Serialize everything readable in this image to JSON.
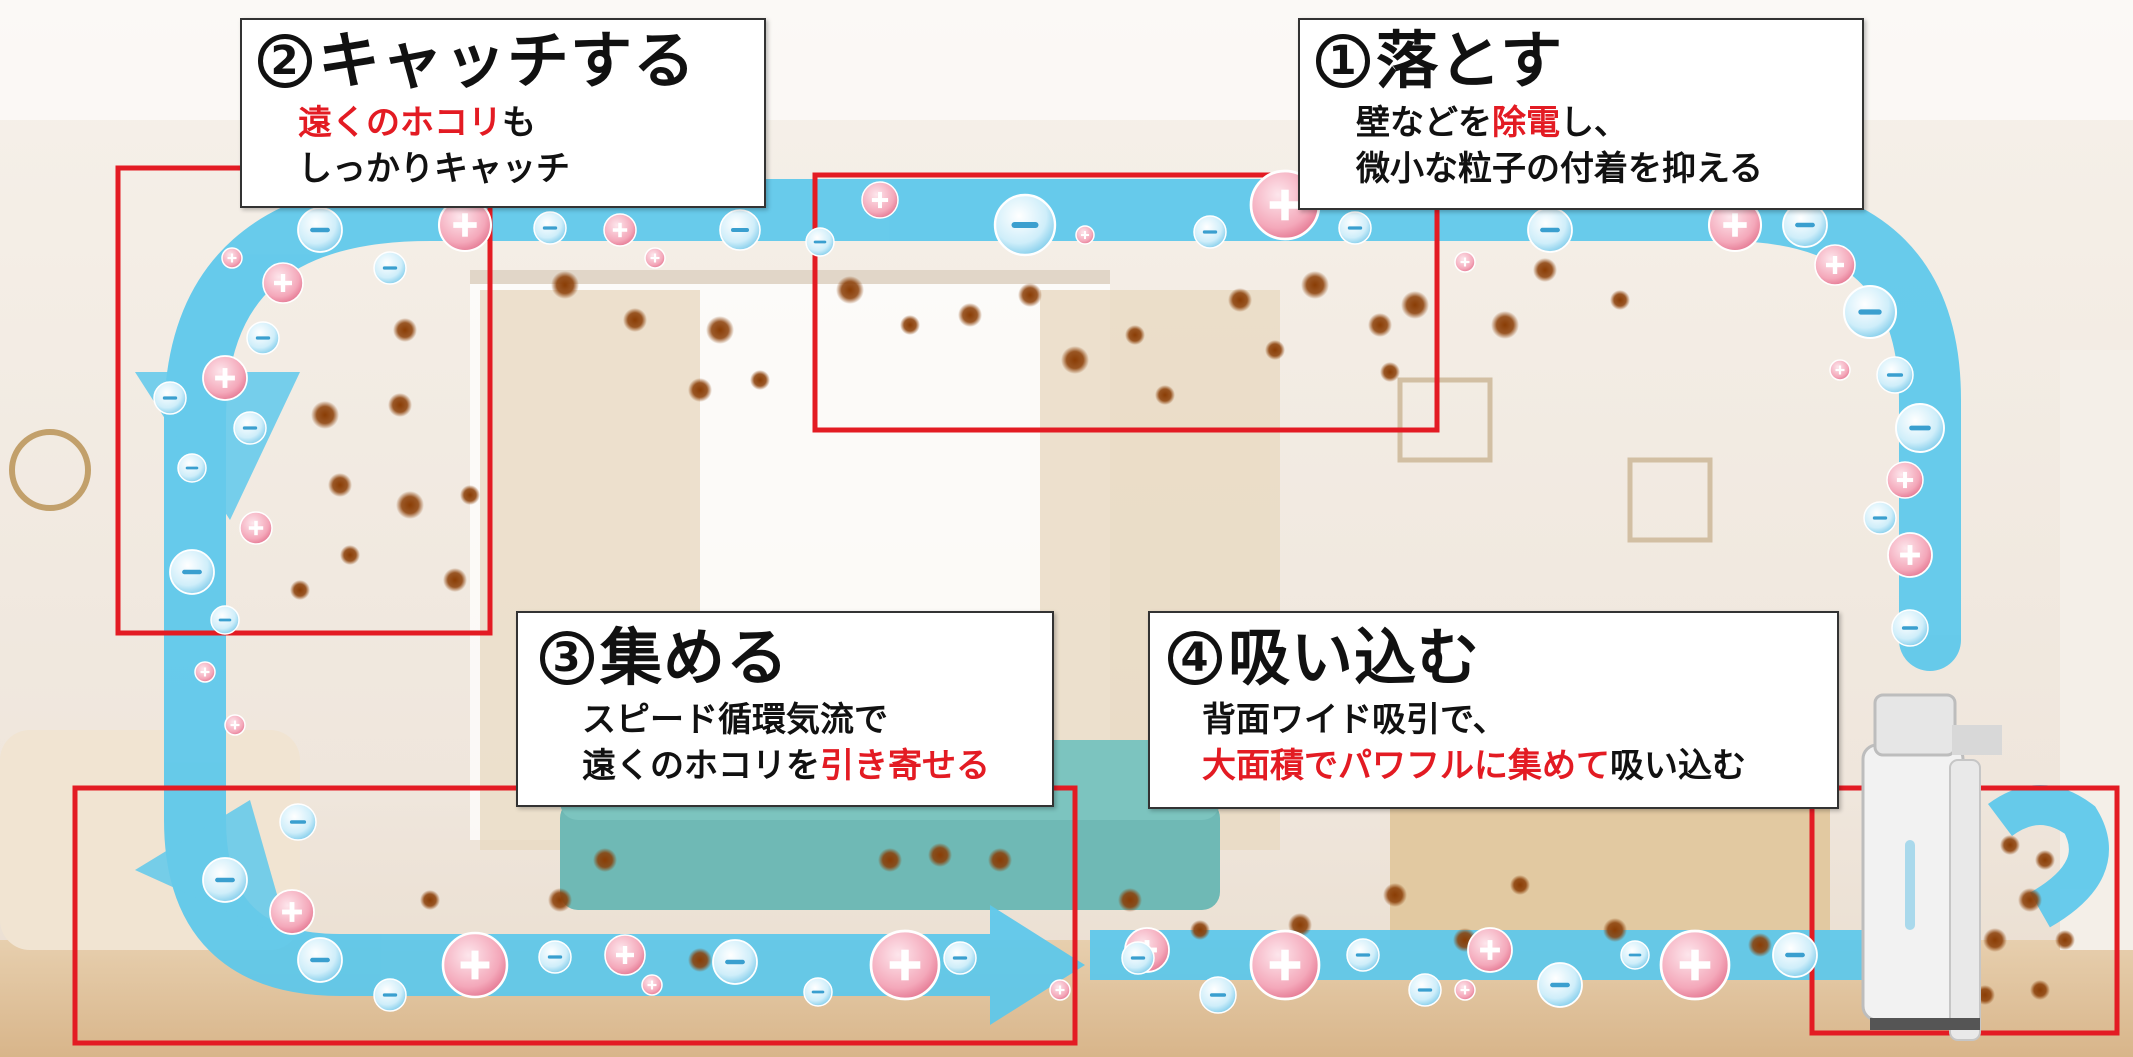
{
  "colors": {
    "flow": "#5bc8ec",
    "frame": "#e31b23",
    "dust": "#8a3d05",
    "plus": "#ee8aa0",
    "minus": "#3a9fcf",
    "text": "#111111",
    "accent_text": "#e31b23"
  },
  "steps": [
    {
      "num": "1",
      "title": "落とす",
      "lines": [
        [
          {
            "text": "壁などを",
            "red": false
          },
          {
            "text": "除電",
            "red": true
          },
          {
            "text": "し、",
            "red": false
          }
        ],
        [
          {
            "text": "微小な粒子の付着を抑える",
            "red": false
          }
        ]
      ]
    },
    {
      "num": "2",
      "title": "キャッチする",
      "lines": [
        [
          {
            "text": "遠くのホコリ",
            "red": true
          },
          {
            "text": "も",
            "red": false
          }
        ],
        [
          {
            "text": "しっかりキャッチ",
            "red": false
          }
        ]
      ]
    },
    {
      "num": "3",
      "title": "集める",
      "lines": [
        [
          {
            "text": "スピード循環気流で",
            "red": false
          }
        ],
        [
          {
            "text": "遠くのホコリを",
            "red": false
          },
          {
            "text": "引き寄せる",
            "red": true
          }
        ]
      ]
    },
    {
      "num": "4",
      "title": "吸い込む",
      "lines": [
        [
          {
            "text": "背面ワイド吸引で、",
            "red": false
          }
        ],
        [
          {
            "text": "大面積でパワフルに集めて",
            "red": true
          },
          {
            "text": "吸い込む",
            "red": false
          }
        ]
      ]
    }
  ],
  "icons": {
    "flow": "airflow-arrow-icon",
    "plus_ion": "plus-ion-icon",
    "minus_ion": "minus-ion-icon",
    "dust": "dust-particle-icon",
    "device": "air-purifier-icon"
  }
}
